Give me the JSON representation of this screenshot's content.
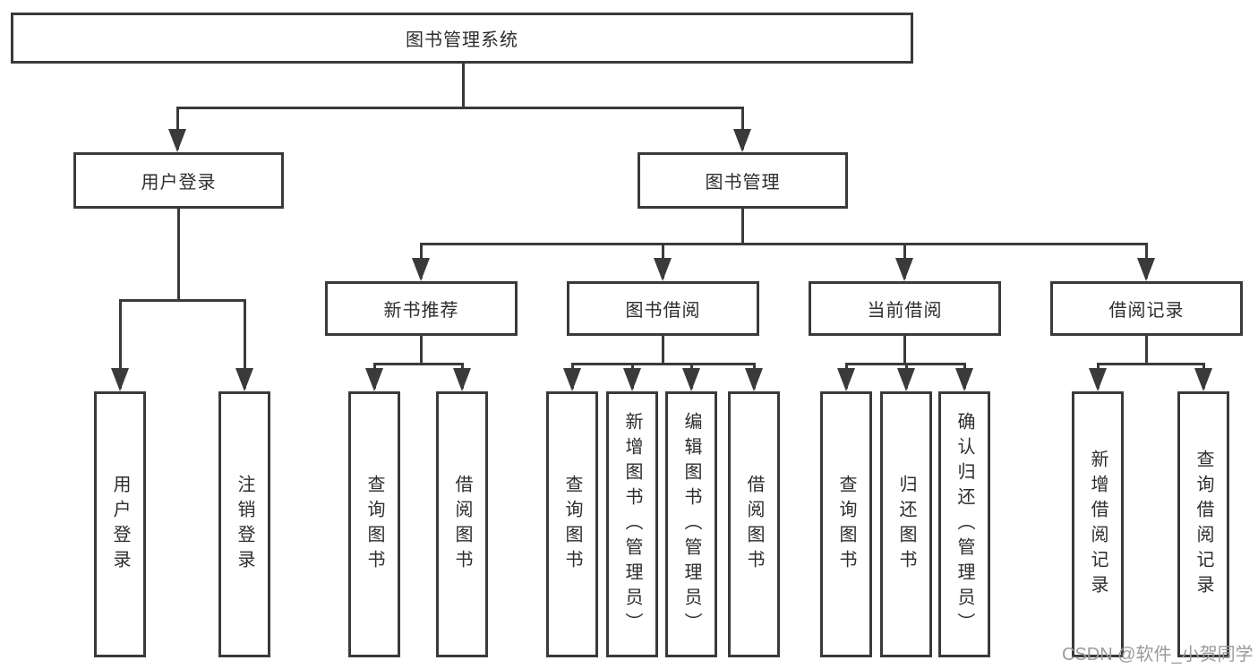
{
  "diagram": {
    "root": {
      "label": "图书管理系统"
    },
    "level2": [
      {
        "label": "用户登录"
      },
      {
        "label": "图书管理"
      }
    ],
    "level3": [
      {
        "label": "新书推荐"
      },
      {
        "label": "图书借阅"
      },
      {
        "label": "当前借阅"
      },
      {
        "label": "借阅记录"
      }
    ],
    "leaves": [
      {
        "label": "用户登录"
      },
      {
        "label": "注销登录"
      },
      {
        "label": "查询图书"
      },
      {
        "label": "借阅图书"
      },
      {
        "label": "查询图书"
      },
      {
        "label": "新增图书（管理员）"
      },
      {
        "label": "编辑图书（管理员）"
      },
      {
        "label": "借阅图书"
      },
      {
        "label": "查询图书"
      },
      {
        "label": "归还图书"
      },
      {
        "label": "确认归还（管理员）"
      },
      {
        "label": "新增借阅记录"
      },
      {
        "label": "查询借阅记录"
      }
    ],
    "colors": {
      "line": "#3a3a3a",
      "text": "#2d2d2d",
      "background": "#ffffff",
      "watermark_text": "#9b9b9b"
    }
  },
  "watermark": {
    "text": "CSDN @软件_小贺同学"
  }
}
